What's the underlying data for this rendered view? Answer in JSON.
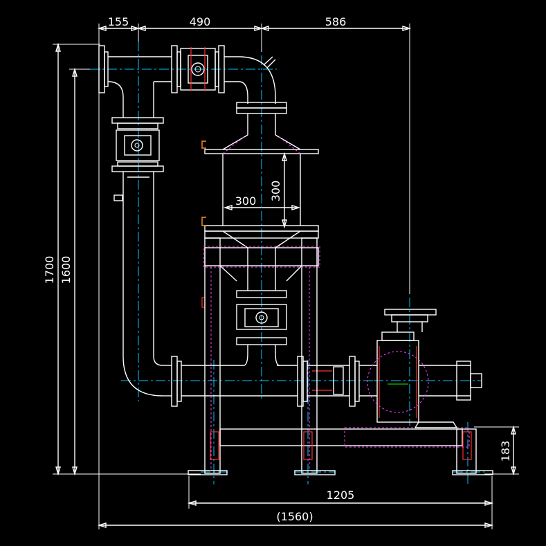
{
  "dimensions": {
    "top_left": "155",
    "top_middle": "490",
    "top_right": "586",
    "height_overall": "1700",
    "height_inner": "1600",
    "tank_width": "300",
    "tank_height": "300",
    "base_height": "183",
    "frame_width": "1205",
    "overall_width": "(1560)"
  },
  "colors": {
    "background": "#000000",
    "lines": "#ffffff",
    "centerlines": "#00c8ff",
    "hidden": "#ff3cff",
    "flange_hardware": "#ff3030"
  }
}
